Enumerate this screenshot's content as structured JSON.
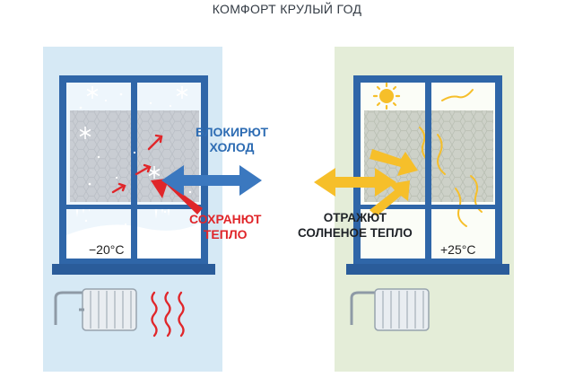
{
  "title": "КОМФОРТ КРУЛЫЙ ГОД",
  "labels": {
    "block_cold": [
      "БЛОКИРЮТ",
      "ХОЛОД"
    ],
    "keep_heat": [
      "СОХРАНЮТ",
      "ТЕПЛО"
    ],
    "reflect_heat": [
      "ОТРАЖЮТ",
      "СОЛНЕНОЕ ТЕПЛО"
    ]
  },
  "temperatures": {
    "winter": "−20°C",
    "summer": "+25°C"
  },
  "colors": {
    "winter_bg": "#d6e9f5",
    "summer_bg": "#e4edd8",
    "frame": "#2f66a8",
    "film": "#c9cdd3",
    "blue_arrow": "#3b78bf",
    "red_arrow": "#e0262a",
    "yellow_arrow": "#f6bf2a",
    "title": "#333b44"
  },
  "icons": [
    "snowflake-icon",
    "sun-icon",
    "radiator-icon",
    "heat-wave-icon",
    "arrow-icon"
  ]
}
